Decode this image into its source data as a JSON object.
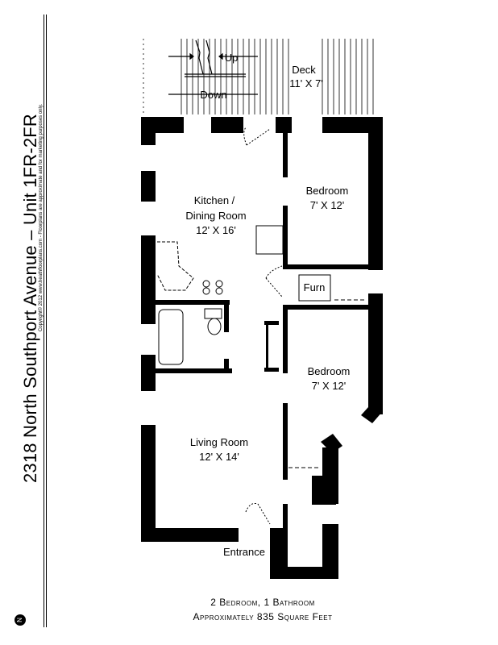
{
  "title": "2318 North Southport Avenue – Unit 1FR-2FR",
  "copyright": "Copyright© 2012 www.heathfloorplans.com - Floorplans are approximate and for marketing purposes only.",
  "north_label": "N",
  "rooms": {
    "deck": {
      "name": "Deck",
      "size": "11' X 7'"
    },
    "kitchen": {
      "name_line1": "Kitchen /",
      "name_line2": "Dining Room",
      "size": "12' X 16'"
    },
    "bedroom1": {
      "name": "Bedroom",
      "size": "7' X 12'"
    },
    "furn": {
      "name": "Furn"
    },
    "bedroom2": {
      "name": "Bedroom",
      "size": "7' X 12'"
    },
    "living": {
      "name": "Living Room",
      "size": "12' X 14'"
    },
    "entrance": {
      "name": "Entrance"
    }
  },
  "stairs": {
    "up": "Up",
    "down": "Down"
  },
  "footer": {
    "line1": "2 Bedroom, 1 Bathroom",
    "line2": "Approximately 835 Square Feet"
  }
}
